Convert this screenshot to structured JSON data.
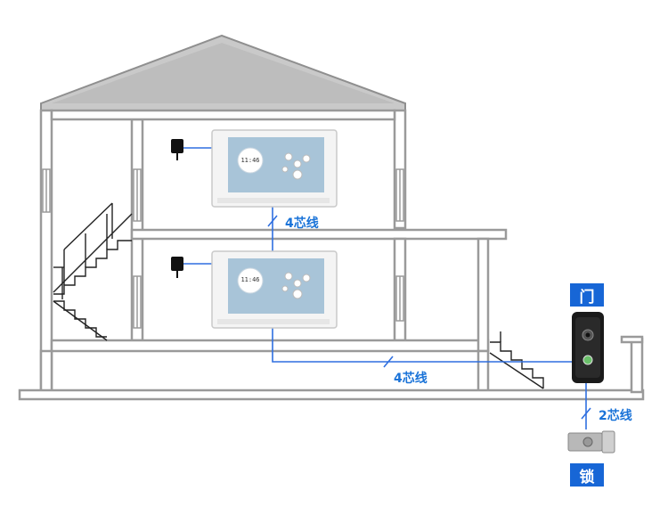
{
  "labels": {
    "wire_upper": "4芯线",
    "wire_lower": "4芯线",
    "wire_lock": "2芯线",
    "door_tag": "门",
    "lock_tag": "锁"
  },
  "monitors": [
    {
      "clock": "11:46"
    },
    {
      "clock": "11:46"
    }
  ],
  "colors": {
    "wall": "#9a9a9a",
    "wall_fill": "#ffffff",
    "roof": "#c8c8c8",
    "wire": "#2f6fe0",
    "tag_bg": "#1766d6"
  }
}
